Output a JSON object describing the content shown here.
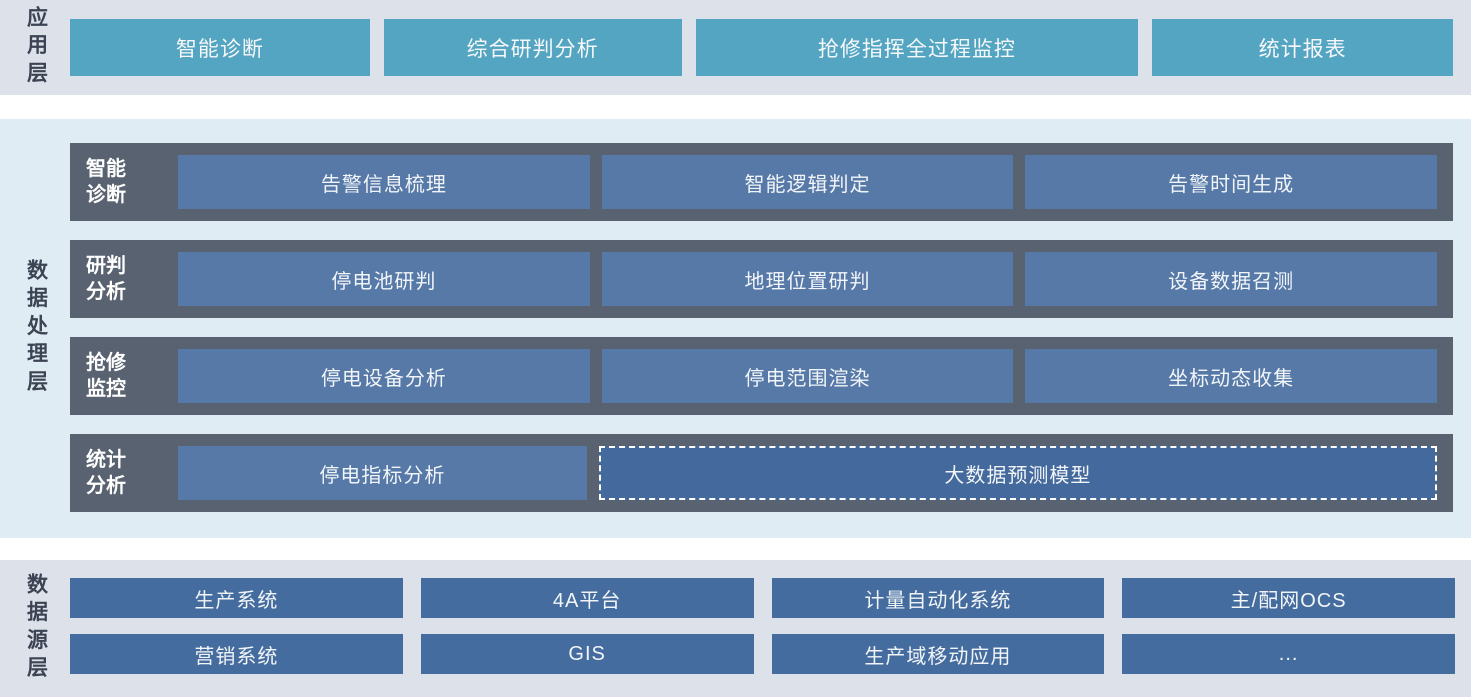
{
  "app_layer": {
    "label": "应用层",
    "items": [
      {
        "label": "智能诊断"
      },
      {
        "label": "综合研判分析"
      },
      {
        "label": "抢修指挥全过程监控"
      },
      {
        "label": "统计报表"
      }
    ]
  },
  "processing_layer": {
    "label": "数据处理层",
    "rows": [
      {
        "label": "智能诊断",
        "boxes": [
          "告警信息梳理",
          "智能逻辑判定",
          "告警时间生成"
        ]
      },
      {
        "label": "研判分析",
        "boxes": [
          "停电池研判",
          "地理位置研判",
          "设备数据召测"
        ]
      },
      {
        "label": "抢修监控",
        "boxes": [
          "停电设备分析",
          "停电范围渲染",
          "坐标动态收集"
        ]
      },
      {
        "label": "统计分析",
        "boxes": [
          "停电指标分析"
        ],
        "dashed_box": "大数据预测模型"
      }
    ]
  },
  "source_layer": {
    "label": "数据源层",
    "rows": [
      [
        "生产系统",
        "4A平台",
        "计量自动化系统",
        "主/配网OCS"
      ],
      [
        "营销系统",
        "GIS",
        "生产域移动应用",
        "..."
      ]
    ]
  },
  "colors": {
    "band_gray": "#dde2ea",
    "band_blue": "#dfecf4",
    "app_button_teal": "#54a5c2",
    "row_dark_slate": "#596270",
    "process_box_blue": "#5679a8",
    "dashed_box_blue": "#44699c",
    "source_box_blue": "#456c9e",
    "layer_label_text": "#3c4454",
    "box_text": "#ffffff"
  }
}
